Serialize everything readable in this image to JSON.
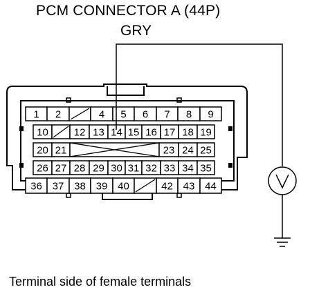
{
  "title": "PCM CONNECTOR A (44P)",
  "wire_color": "GRY",
  "caption": "Terminal side of female terminals",
  "probe_terminal": "14",
  "meter_symbol": "V",
  "connector": {
    "rows": [
      [
        "1",
        "2",
        "",
        "4",
        "5",
        "6",
        "7",
        "8",
        "9"
      ],
      [
        "10",
        "",
        "12",
        "13",
        "14",
        "15",
        "16",
        "17",
        "18",
        "19"
      ],
      [
        "20",
        "21",
        "",
        "23",
        "24",
        "25"
      ],
      [
        "26",
        "27",
        "28",
        "29",
        "30",
        "31",
        "32",
        "33",
        "34",
        "35"
      ],
      [
        "36",
        "37",
        "38",
        "39",
        "40",
        "",
        "42",
        "43",
        "44"
      ]
    ]
  }
}
